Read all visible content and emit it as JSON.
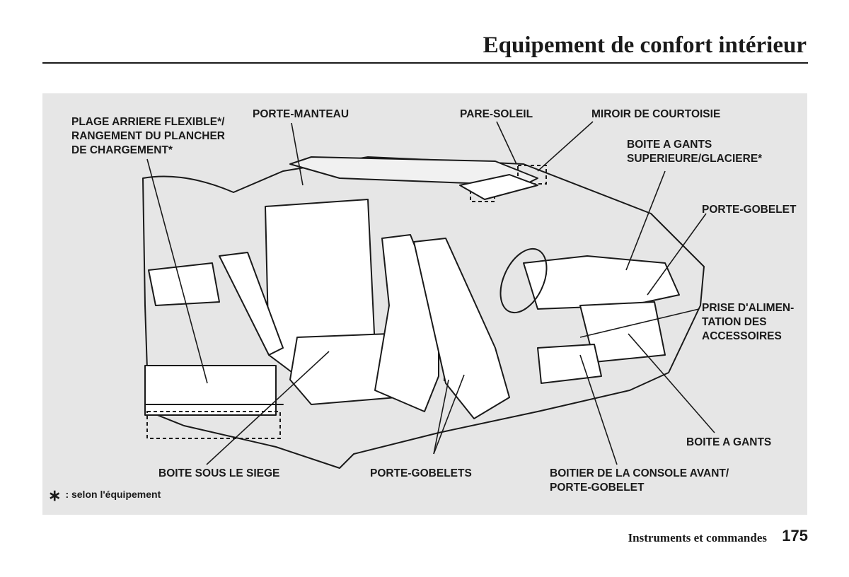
{
  "header": {
    "title": "Equipement de confort intérieur"
  },
  "callouts": {
    "plage_arriere": [
      "PLAGE ARRIERE FLEXIBLE*/",
      "RANGEMENT DU PLANCHER",
      "DE CHARGEMENT*"
    ],
    "porte_manteau": [
      "PORTE-MANTEAU"
    ],
    "pare_soleil": [
      "PARE-SOLEIL"
    ],
    "miroir": [
      "MIROIR DE COURTOISIE"
    ],
    "boite_gants_sup": [
      "BOITE A GANTS",
      "SUPERIEURE/GLACIERE*"
    ],
    "porte_gobelet": [
      "PORTE-GOBELET"
    ],
    "prise": [
      "PRISE D'ALIMEN-",
      "TATION DES",
      "ACCESSOIRES"
    ],
    "boite_gants": [
      "BOITE A GANTS"
    ],
    "boite_sous_siege": [
      "BOITE SOUS LE SIEGE"
    ],
    "porte_gobelets": [
      "PORTE-GOBELETS"
    ],
    "console": [
      "BOITIER DE LA CONSOLE AVANT/",
      "PORTE-GOBELET"
    ]
  },
  "footnote": {
    "symbol": "∗",
    "text": ": selon l'équipement"
  },
  "footer": {
    "section": "Instruments et commandes",
    "page": "175"
  },
  "colors": {
    "panel": "#e6e6e6",
    "line": "#1a1a1a"
  }
}
